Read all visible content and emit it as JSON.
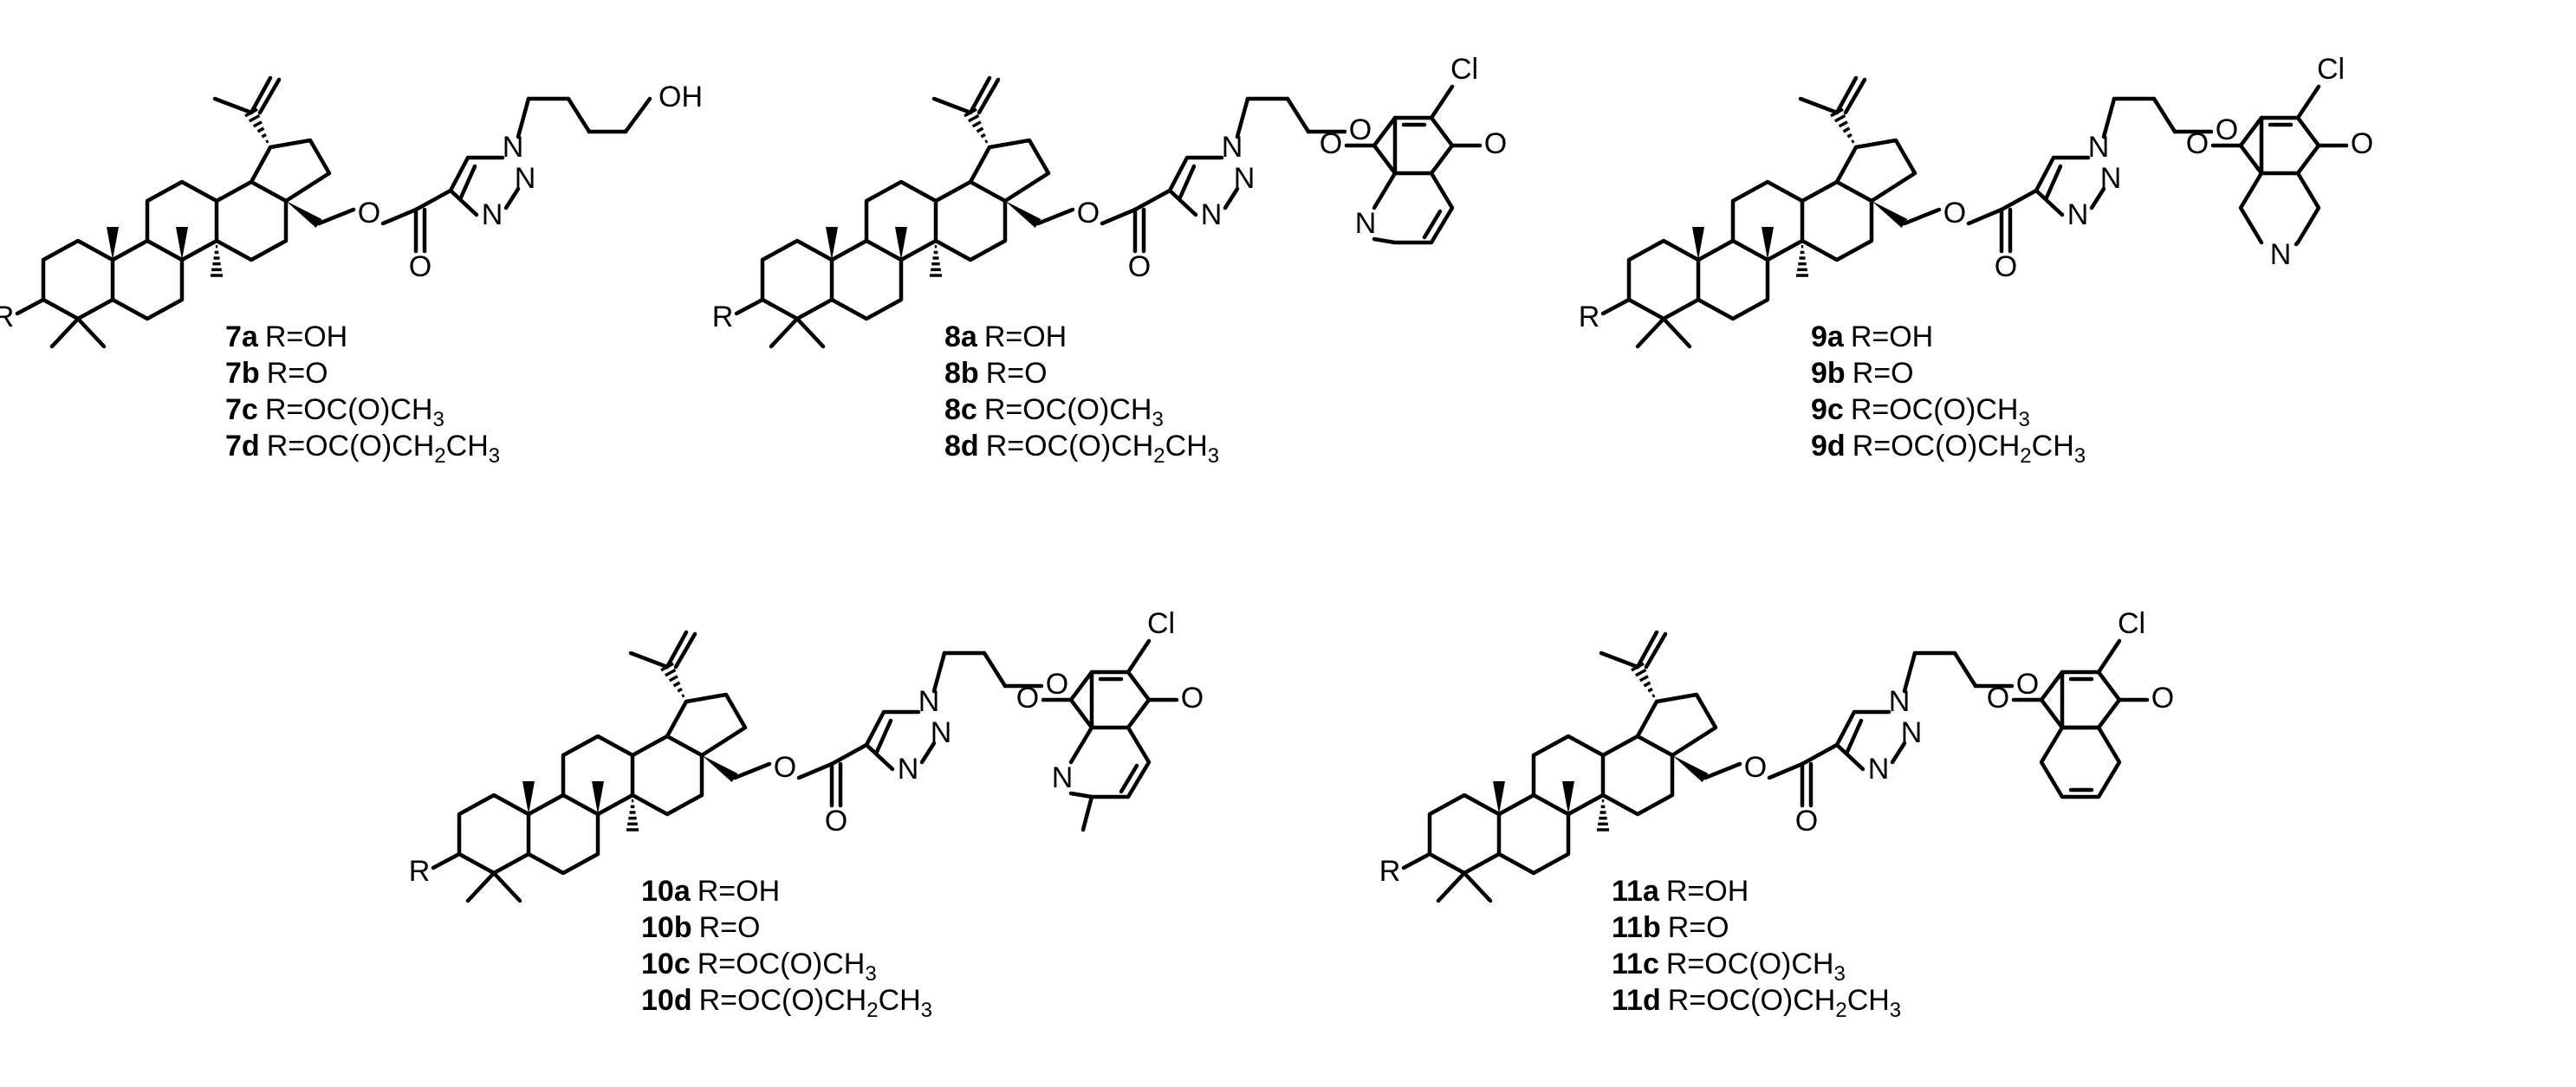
{
  "atoms": {
    "OH": "OH",
    "O": "O",
    "N": "N",
    "Cl": "Cl",
    "R": "R"
  },
  "compounds": [
    {
      "rows": [
        {
          "id": "7a",
          "formula": "R=OH"
        },
        {
          "id": "7b",
          "formula": "R=O"
        },
        {
          "id": "7c",
          "formula": "R=OC(O)CH",
          "sub": "3"
        },
        {
          "id": "7d",
          "formula": "R=OC(O)CH",
          "sub": "2",
          "tail": "CH",
          "sub2": "3"
        }
      ]
    },
    {
      "rows": [
        {
          "id": "8a",
          "formula": "R=OH"
        },
        {
          "id": "8b",
          "formula": "R=O"
        },
        {
          "id": "8c",
          "formula": "R=OC(O)CH",
          "sub": "3"
        },
        {
          "id": "8d",
          "formula": "R=OC(O)CH",
          "sub": "2",
          "tail": "CH",
          "sub2": "3"
        }
      ]
    },
    {
      "rows": [
        {
          "id": "9a",
          "formula": "R=OH"
        },
        {
          "id": "9b",
          "formula": "R=O"
        },
        {
          "id": "9c",
          "formula": "R=OC(O)CH",
          "sub": "3"
        },
        {
          "id": "9d",
          "formula": "R=OC(O)CH",
          "sub": "2",
          "tail": "CH",
          "sub2": "3"
        }
      ]
    },
    {
      "rows": [
        {
          "id": "10a",
          "formula": "R=OH"
        },
        {
          "id": "10b",
          "formula": "R=O"
        },
        {
          "id": "10c",
          "formula": "R=OC(O)CH",
          "sub": "3"
        },
        {
          "id": "10d",
          "formula": "R=OC(O)CH",
          "sub": "2",
          "tail": "CH",
          "sub2": "3"
        }
      ]
    },
    {
      "rows": [
        {
          "id": "11a",
          "formula": "R=OH"
        },
        {
          "id": "11b",
          "formula": "R=O"
        },
        {
          "id": "11c",
          "formula": "R=OC(O)CH",
          "sub": "3"
        },
        {
          "id": "11d",
          "formula": "R=OC(O)CH",
          "sub": "2",
          "tail": "CH",
          "sub2": "3"
        }
      ]
    }
  ]
}
